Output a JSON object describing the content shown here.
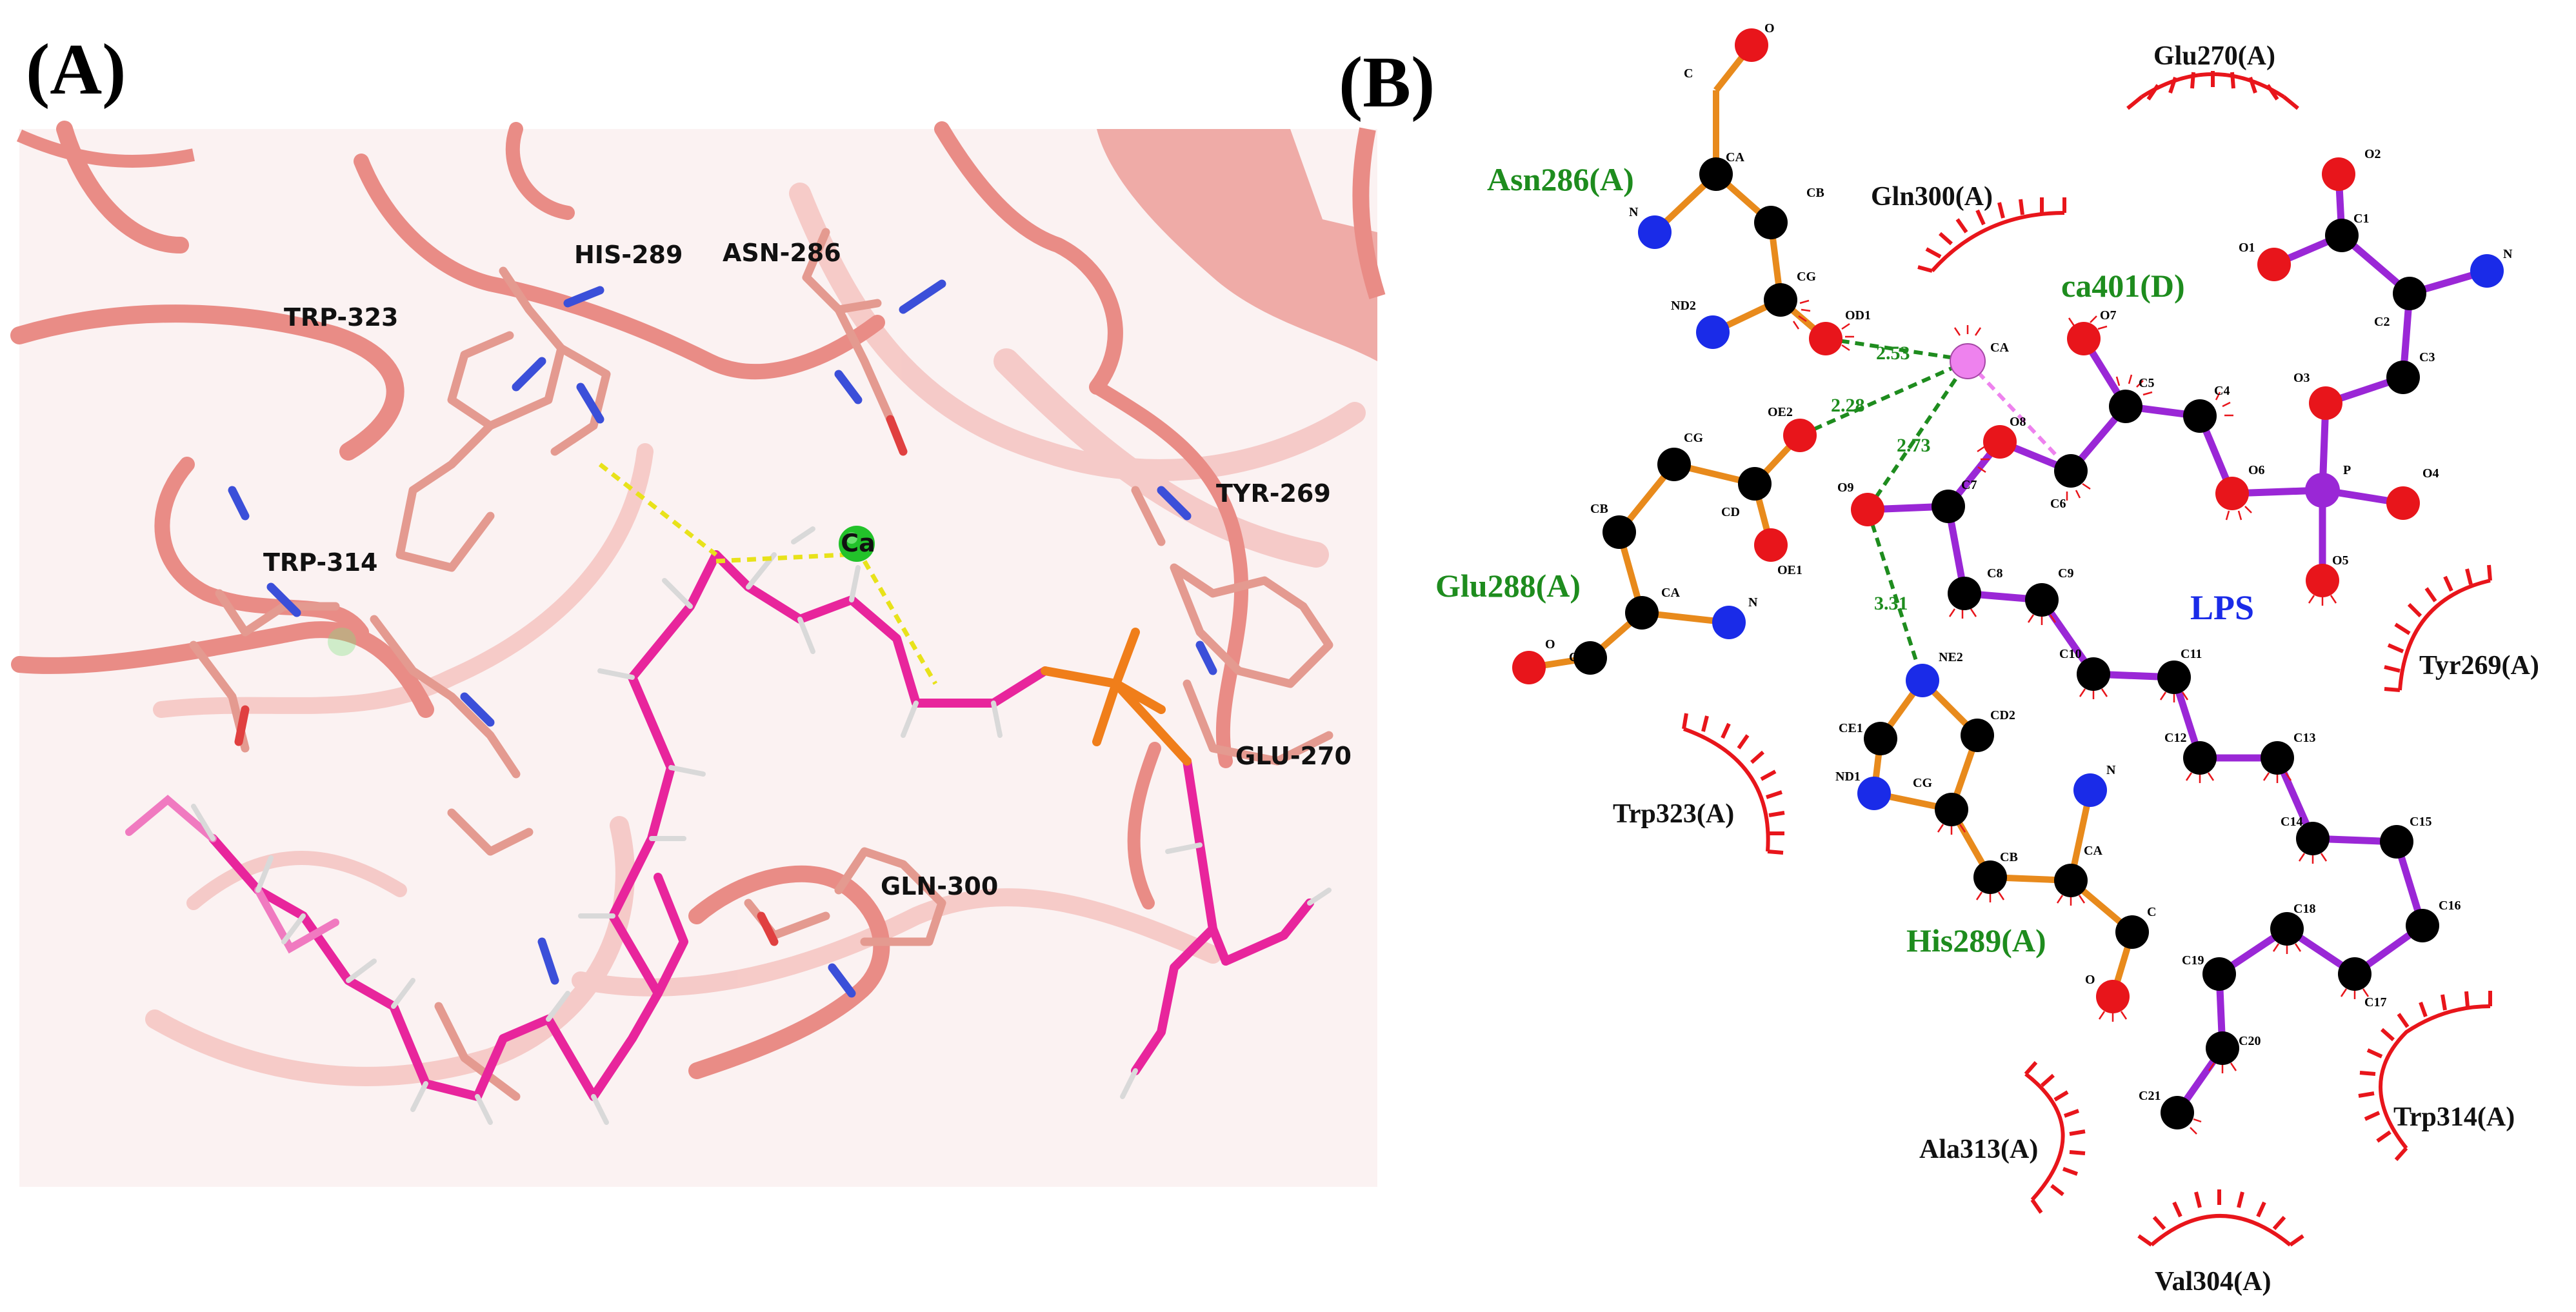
{
  "panel_a": {
    "label": "(A)",
    "residues": [
      "HIS-289",
      "ASN-286",
      "TRP-323",
      "TRP-314",
      "TYR-269",
      "GLU-270",
      "GLN-300"
    ],
    "ion_label": "Ca"
  },
  "panel_b": {
    "label": "(B)",
    "ligand_name": "LPS",
    "hbond_residues": [
      "Asn286(A)",
      "Glu288(A)",
      "His289(A)"
    ],
    "ion_residue": "ca401(D)",
    "hydrophobic_residues": [
      "Glu270(A)",
      "Gln300(A)",
      "Tyr269(A)",
      "Trp323(A)",
      "Ala313(A)",
      "Trp314(A)",
      "Val304(A)"
    ],
    "distances": [
      "2.53",
      "2.28",
      "2.73",
      "3.31"
    ],
    "atom_labels": {
      "asn": [
        "O",
        "C",
        "CA",
        "N",
        "CB",
        "CG",
        "ND2",
        "OD1"
      ],
      "glu": [
        "OE2",
        "CG",
        "CB",
        "CD",
        "OE1",
        "CA",
        "N",
        "C",
        "O"
      ],
      "his": [
        "NE2",
        "CE1",
        "CD2",
        "ND1",
        "CG",
        "CB",
        "CA",
        "N",
        "C",
        "O"
      ],
      "ion": "CA",
      "lps": [
        "O2",
        "O1",
        "C1",
        "N",
        "C2",
        "C3",
        "O3",
        "O7",
        "C5",
        "C4",
        "O8",
        "C6",
        "O6",
        "P",
        "O4",
        "O5",
        "O9",
        "C7",
        "C8",
        "C9",
        "C10",
        "C11",
        "C12",
        "C13",
        "C14",
        "C15",
        "C16",
        "C17",
        "C18",
        "C19",
        "C20",
        "C21"
      ]
    }
  },
  "colors": {
    "ribbon": "#e98c86",
    "ligand_stick": "#e8259c",
    "phosphorus": "#f07e1a",
    "calcium": "#22c22a",
    "hbond_a": "#e8e21a",
    "atom_oxygen": "#e8151b",
    "atom_nitrogen": "#1a2be8",
    "atom_carbon": "#000000",
    "bond_protein": "#e88a1c",
    "bond_ligand": "#9a27d6",
    "hbond_b": "#1e8c1e",
    "ion_atom": "#ee82ee",
    "hydrophobic_arc": "#e8151b",
    "hbond_residue_text": "#1e8c1e",
    "ligand_name_text": "#1a2be8"
  }
}
